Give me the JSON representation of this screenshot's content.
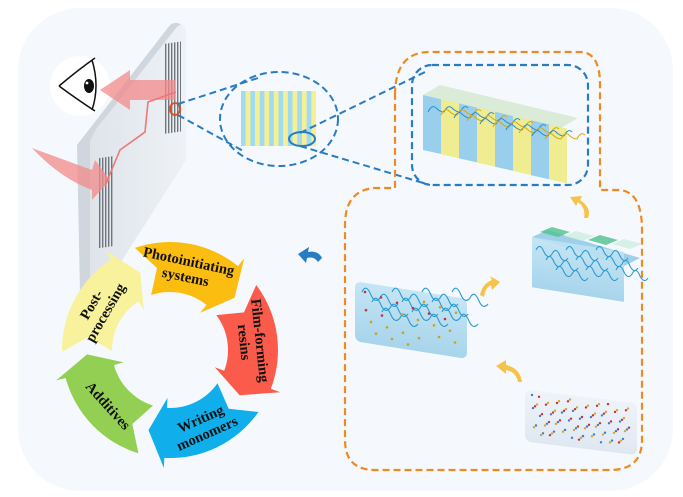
{
  "figure": {
    "description": "Schematic of holographic photopolymer materials: a display device with gratings, a magnified grating, and a formulation cycle",
    "colors": {
      "background": "#f5f9fd",
      "blue_dash": "#2a7cc2",
      "orange_dash": "#ef8a22",
      "light_arrow": "#f38a8a",
      "curved_arrow_yellow": "#f7c24a",
      "curved_arrow_blue": "#2a7cc2",
      "grating_blue": "#9fdcf2",
      "grating_yellow": "#f6ef93"
    },
    "components_cycle": {
      "title": "Photopolymer components",
      "items": [
        {
          "label_lines": [
            "Photoinitiating",
            "systems"
          ],
          "color": "#fbbd10"
        },
        {
          "label_lines": [
            "Film-forming",
            "resins"
          ],
          "color": "#fb5b4b"
        },
        {
          "label_lines": [
            "Writing",
            "monomers"
          ],
          "color": "#10aeea"
        },
        {
          "label_lines": [
            "Additives"
          ],
          "color": "#92cf52"
        },
        {
          "label_lines": [
            "Post-",
            "processing"
          ],
          "color": "#f7f29b"
        }
      ]
    },
    "device": {
      "name": "waveguide display with in/out-coupling gratings",
      "icons": [
        "eye-icon",
        "incoming-light-arrow",
        "outgoing-light-arrow",
        "zoom-circle-red"
      ]
    },
    "zoom_views": [
      {
        "name": "grating-magnified",
        "stripes": 16
      },
      {
        "name": "recorded-grating-block",
        "bands": [
          "blue",
          "yellow",
          "blue",
          "yellow",
          "blue",
          "yellow",
          "blue",
          "yellow"
        ]
      }
    ],
    "process_steps": [
      {
        "name": "monomer-mixture-block",
        "description": "liquid formulation with dispersed monomers and initiators"
      },
      {
        "name": "film-block",
        "description": "resin network film with dispersed monomers"
      },
      {
        "name": "exposure-block",
        "description": "interference light exposure, polymerization in bright fringes"
      },
      {
        "name": "grating-block",
        "description": "recorded periodic grating"
      }
    ]
  }
}
